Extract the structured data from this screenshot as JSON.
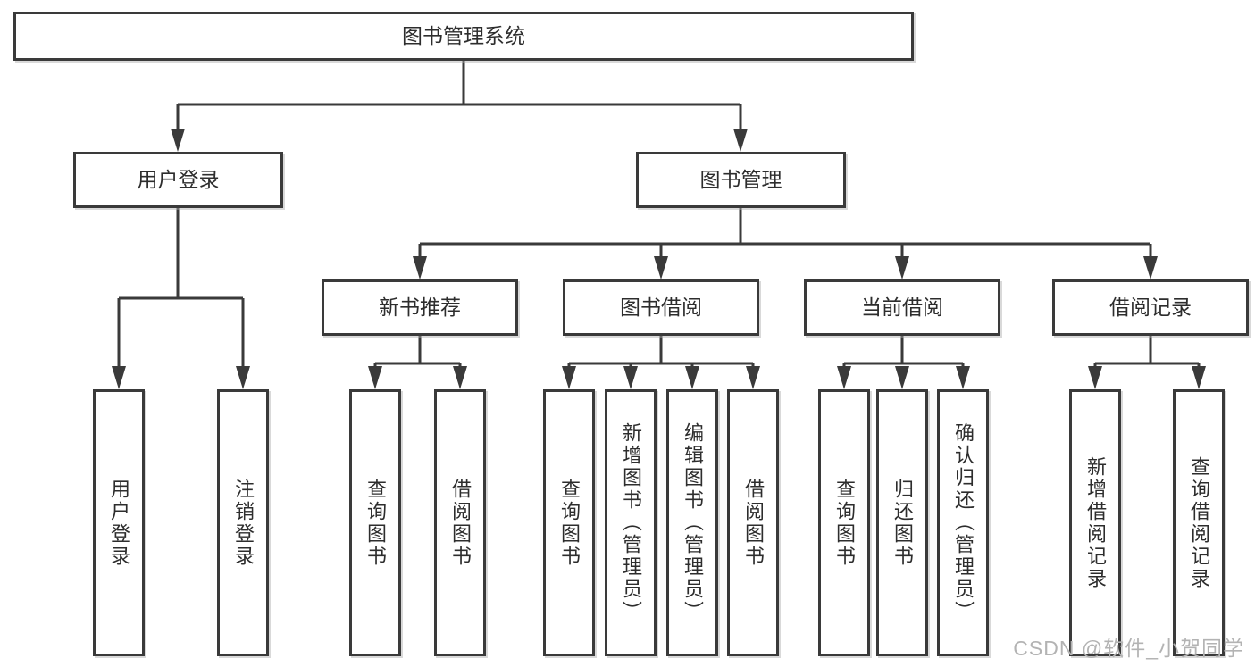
{
  "diagram": {
    "root": {
      "label": "图书管理系统"
    },
    "user_login": {
      "label": "用户登录",
      "children": [
        {
          "label": "用户登录"
        },
        {
          "label": "注销登录"
        }
      ]
    },
    "book_management": {
      "label": "图书管理",
      "sections": [
        {
          "label": "新书推荐",
          "children": [
            {
              "label": "查询图书"
            },
            {
              "label": "借阅图书"
            }
          ]
        },
        {
          "label": "图书借阅",
          "children": [
            {
              "label": "查询图书"
            },
            {
              "label": "新增图书（管理员）"
            },
            {
              "label": "编辑图书（管理员）"
            },
            {
              "label": "借阅图书"
            }
          ]
        },
        {
          "label": "当前借阅",
          "children": [
            {
              "label": "查询图书"
            },
            {
              "label": "归还图书"
            },
            {
              "label": "确认归还（管理员）"
            }
          ]
        },
        {
          "label": "借阅记录",
          "children": [
            {
              "label": "新增借阅记录"
            },
            {
              "label": "查询借阅记录"
            }
          ]
        }
      ]
    },
    "colors": {
      "line": "#3a3a3a",
      "text": "#2d2d2d",
      "box_fill": "#ffffff",
      "watermark": "#b3b3b3"
    }
  },
  "watermark": {
    "text": "CSDN @软件_小贺同学"
  }
}
